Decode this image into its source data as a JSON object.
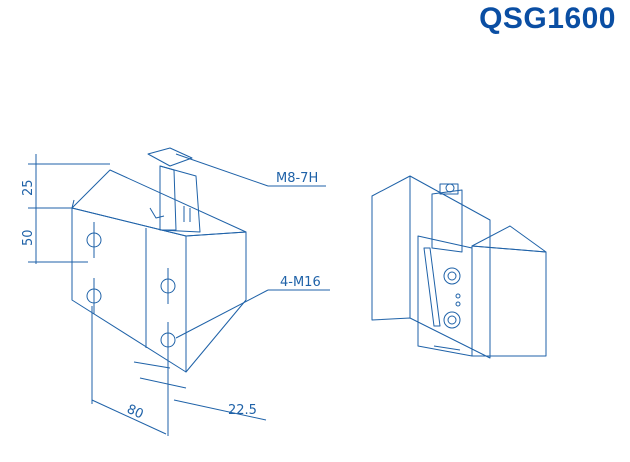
{
  "header": {
    "model": "QSG1600"
  },
  "colors": {
    "title": "#0a4ea3",
    "line": "#1f62a8"
  },
  "annotations": {
    "thread_top": "M8-7H",
    "holes": "4-M16",
    "dim_25": "25",
    "dim_50": "50",
    "dim_80": "80",
    "dim_22_5": "22.5"
  }
}
